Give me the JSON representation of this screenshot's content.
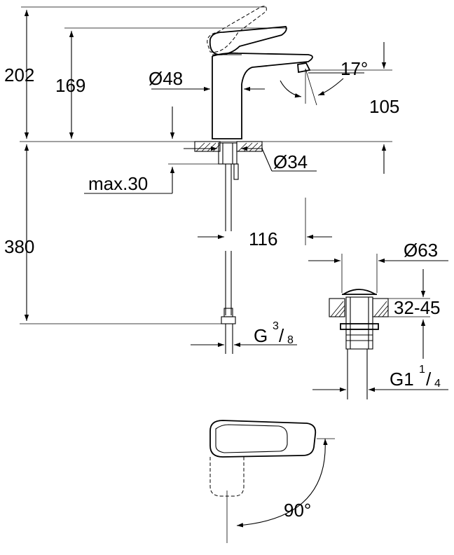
{
  "dimensions": {
    "total_height": "202",
    "spout_height": "169",
    "body_diameter": "Ø48",
    "aerator_angle": "17°",
    "projection_depth": "105",
    "hole_diameter": "Ø34",
    "max_deck": "max.30",
    "tail_length": "380",
    "spacing": "116",
    "waste_diameter": "Ø63",
    "waste_range": "32-45",
    "supply_thread": "G",
    "supply_thread_num": "3",
    "supply_thread_den": "8",
    "waste_thread": "G1",
    "waste_thread_num": "1",
    "waste_thread_den": "4",
    "lever_angle": "90°"
  }
}
